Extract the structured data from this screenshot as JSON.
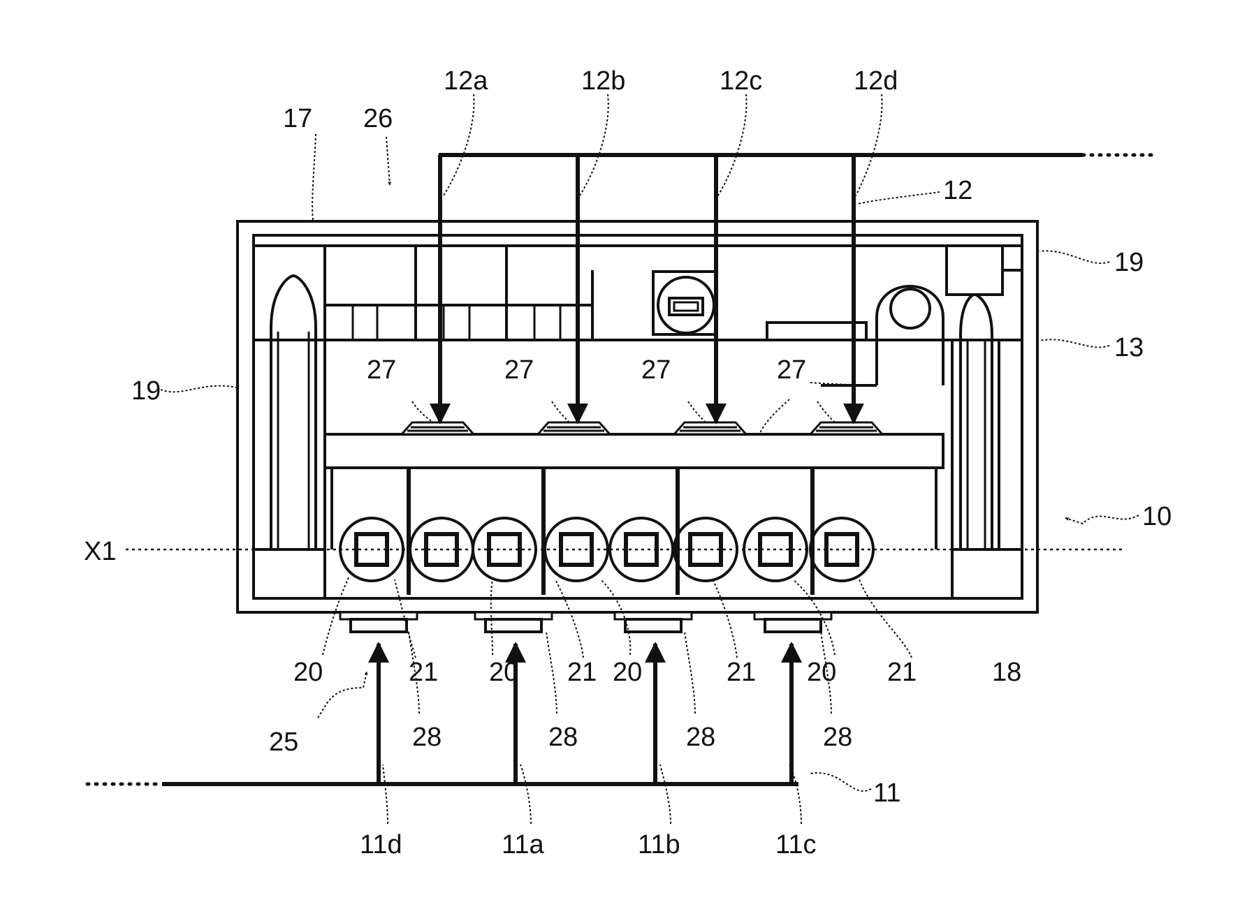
{
  "labels": {
    "l17": "17",
    "l26": "26",
    "l12a": "12a",
    "l12b": "12b",
    "l12c": "12c",
    "l12d": "12d",
    "l12": "12",
    "l19_right": "19",
    "l13": "13",
    "l19_left": "19",
    "l27_1": "27",
    "l27_2": "27",
    "l27_3": "27",
    "l27_4": "27",
    "l10": "10",
    "lX1": "X1",
    "l20_1": "20",
    "l21_1": "21",
    "l20_2": "20",
    "l21_2": "21",
    "l20_3": "20",
    "l21_3": "21",
    "l20_4": "20",
    "l21_4": "21",
    "l18": "18",
    "l25": "25",
    "l28_1": "28",
    "l28_2": "28",
    "l28_3": "28",
    "l28_4": "28",
    "l11": "11",
    "l11d": "11d",
    "l11a": "11a",
    "l11b": "11b",
    "l11c": "11c"
  }
}
